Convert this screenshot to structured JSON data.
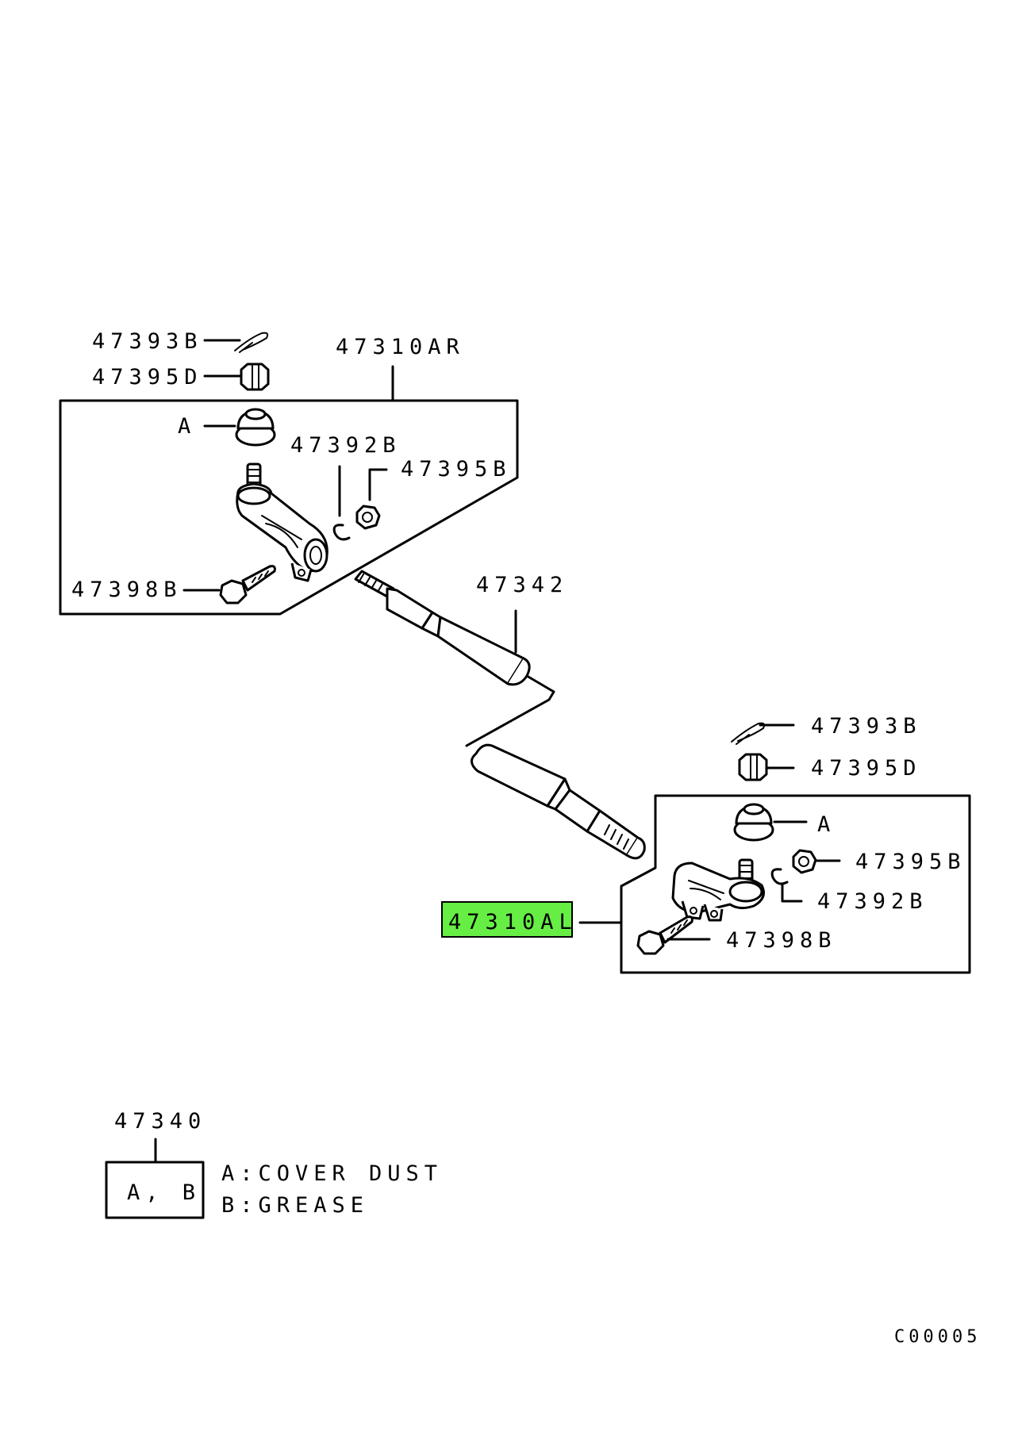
{
  "labels": {
    "top_cotter_pin": "47393B",
    "top_nut_castle": "47395D",
    "top_assembly": "47310AR",
    "top_cover": "A",
    "top_snap_ring": "47392B",
    "top_nut": "47395B",
    "top_bolt": "47398B",
    "rod": "47342",
    "bot_cotter_pin": "47393B",
    "bot_nut_castle": "47395D",
    "bot_cover": "A",
    "bot_nut": "47395B",
    "bot_snap_ring": "47392B",
    "bot_assembly": "47310AL",
    "bot_bolt": "47398B",
    "kit": "47340",
    "kit_box": "A, B"
  },
  "legend": {
    "a": "A:COVER DUST",
    "b": "B:GREASE"
  },
  "code": "C00005",
  "colors": {
    "highlight": "#66ee44",
    "line": "#000000",
    "background": "#ffffff"
  }
}
